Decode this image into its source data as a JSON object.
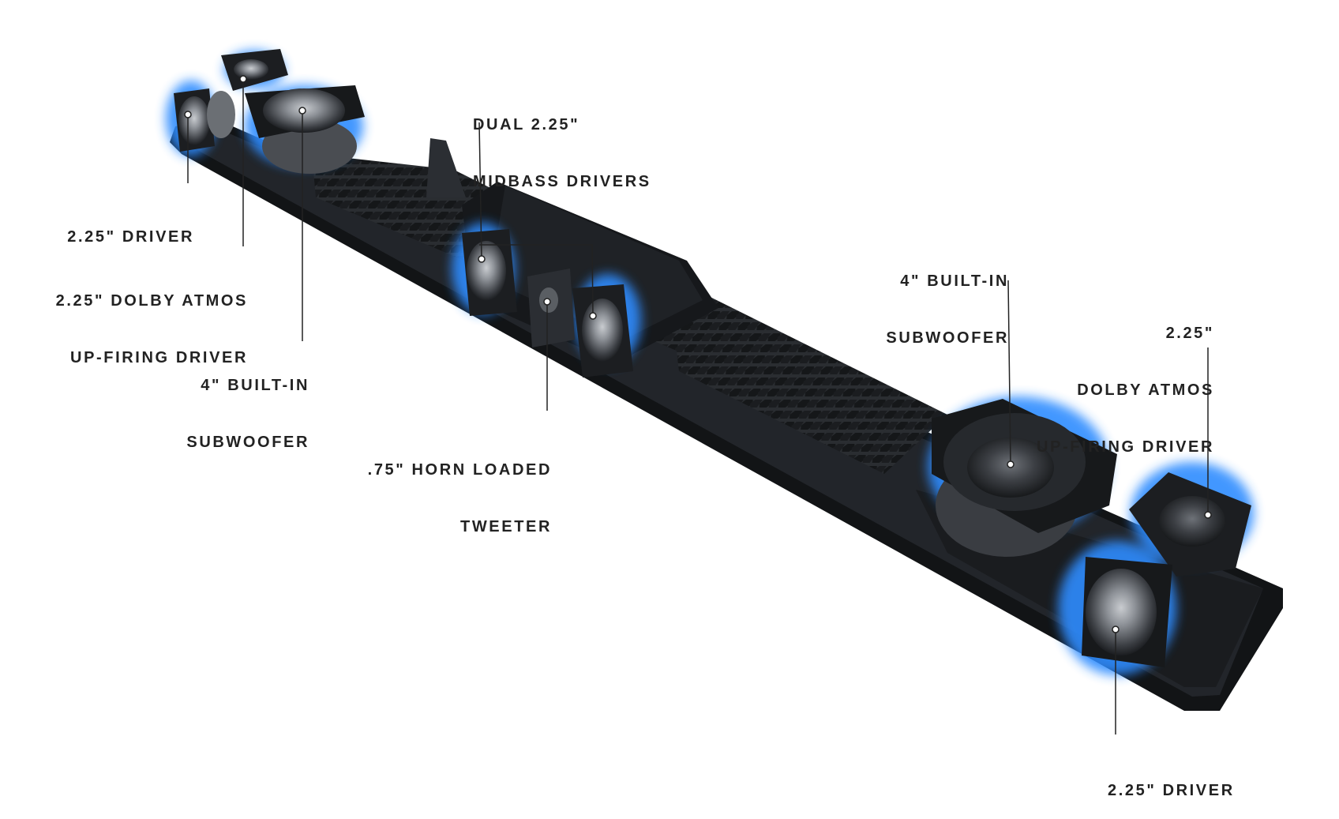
{
  "colors": {
    "glow": "#2f8cff",
    "body": "#1e2124",
    "label": "#222222",
    "leader": "#222222"
  },
  "labels": {
    "left_driver": [
      "2.25\" DRIVER"
    ],
    "left_atmos": [
      "2.25\" DOLBY ATMOS",
      "UP-FIRING DRIVER"
    ],
    "left_sub": [
      "4\" BUILT-IN",
      "SUBWOOFER"
    ],
    "midbass": [
      "DUAL 2.25\"",
      "MIDBASS DRIVERS"
    ],
    "tweeter": [
      ".75\" HORN LOADED",
      "TWEETER"
    ],
    "right_sub": [
      "4\" BUILT-IN",
      "SUBWOOFER"
    ],
    "right_atmos": [
      "2.25\"",
      "DOLBY ATMOS",
      "UP-FIRING DRIVER"
    ],
    "right_driver": [
      "2.25\" DRIVER"
    ]
  }
}
